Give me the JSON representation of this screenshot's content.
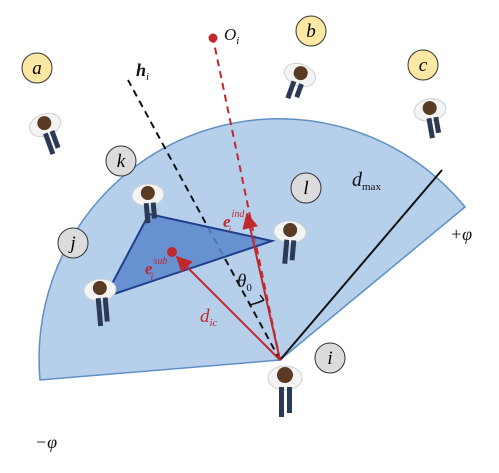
{
  "diagram": {
    "origin_point_label": "O",
    "origin_point_sub": "i",
    "heading_label": "h",
    "heading_sub": "i",
    "dmax_main": "d",
    "dmax_sub": "max",
    "dic_main": "d",
    "dic_sub": "ic",
    "theta_main": "θ",
    "theta_sub": "0",
    "plus_phi": "+φ",
    "minus_phi": "−φ",
    "e_ind_main": "e",
    "e_ind_sub": "i",
    "e_ind_sup": "ind",
    "e_sub_main": "e",
    "e_sub_sub": "i",
    "e_sub_sup": "sub",
    "agents": [
      {
        "id": "a",
        "label": "a"
      },
      {
        "id": "b",
        "label": "b"
      },
      {
        "id": "c",
        "label": "c"
      },
      {
        "id": "k",
        "label": "k"
      },
      {
        "id": "l",
        "label": "l"
      },
      {
        "id": "j",
        "label": "j"
      },
      {
        "id": "i",
        "label": "i"
      }
    ],
    "colors": {
      "sector_fill": "#a9c8e8",
      "sector_stroke": "#5f8fc4",
      "triangle_fill": "#5b86cc",
      "triangle_stroke": "#1f3f8c",
      "red": "#c0282d",
      "yellow": "#fbe8a3",
      "gray": "#dcdcdc"
    }
  }
}
